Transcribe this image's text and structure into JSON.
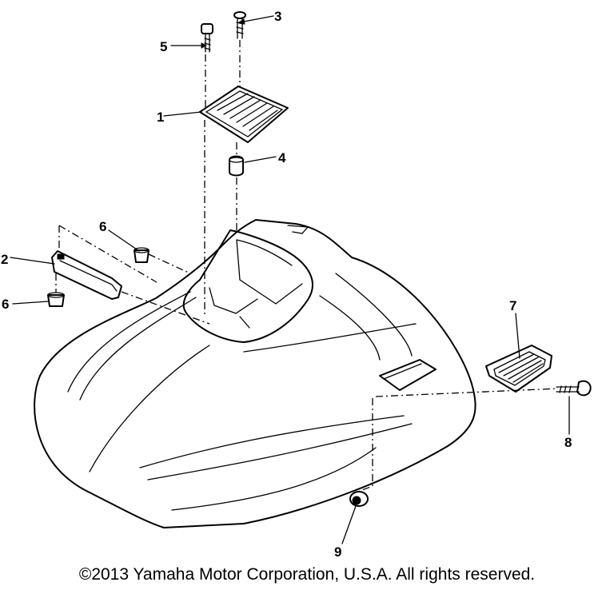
{
  "callouts": {
    "c1": "1",
    "c2": "2",
    "c3": "3",
    "c4": "4",
    "c5": "5",
    "c6a": "6",
    "c6b": "6",
    "c7": "7",
    "c8": "8",
    "c9": "9"
  },
  "copyright": "©2013 Yamaha Motor Corporation, U.S.A. All rights reserved."
}
